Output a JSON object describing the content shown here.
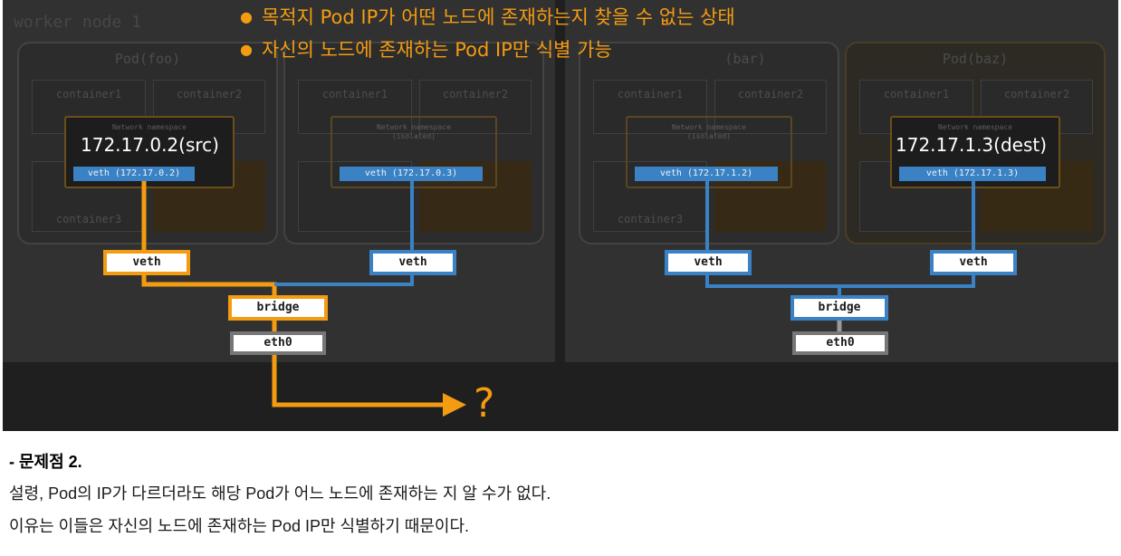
{
  "header": {
    "bullet_glyph": "●",
    "bullets": [
      "목적지 Pod IP가 어떤 노드에 존재하는지 찾을 수 없는 상태",
      "자신의 노드에 존재하는 Pod IP만 식별 가능"
    ]
  },
  "nodes": {
    "left_title": "worker node 1",
    "pods": [
      {
        "title": "Pod(foo)"
      },
      {
        "title": ""
      },
      {
        "title": "(bar)"
      },
      {
        "title": "Pod(baz)"
      }
    ],
    "container1": "container1",
    "container2": "container2",
    "container3": "container3",
    "ns_label": "Network namespace",
    "ns_sub": "(isolated)"
  },
  "ips": {
    "src": "172.17.0.2(src)",
    "dest": "172.17.1.3(dest)"
  },
  "veths": [
    "veth (172.17.0.2)",
    "veth (172.17.0.3)",
    "veth (172.17.1.2)",
    "veth (172.17.1.3)"
  ],
  "network": {
    "veth_label": "veth",
    "bridge_label": "bridge",
    "eth0_label": "eth0",
    "unknown_mark": "?"
  },
  "colors": {
    "highlight_path": "#f39c12",
    "link": "#3b82c4",
    "background": "#1f1f1f"
  },
  "text": {
    "heading": "- 문제점 2.",
    "line1": "설령, Pod의 IP가 다르더라도 해당 Pod가 어느 노드에 존재하는 지 알 수가 없다.",
    "line2": "이유는 이들은 자신의 노드에 존재하는 Pod IP만 식별하기 때문이다."
  }
}
